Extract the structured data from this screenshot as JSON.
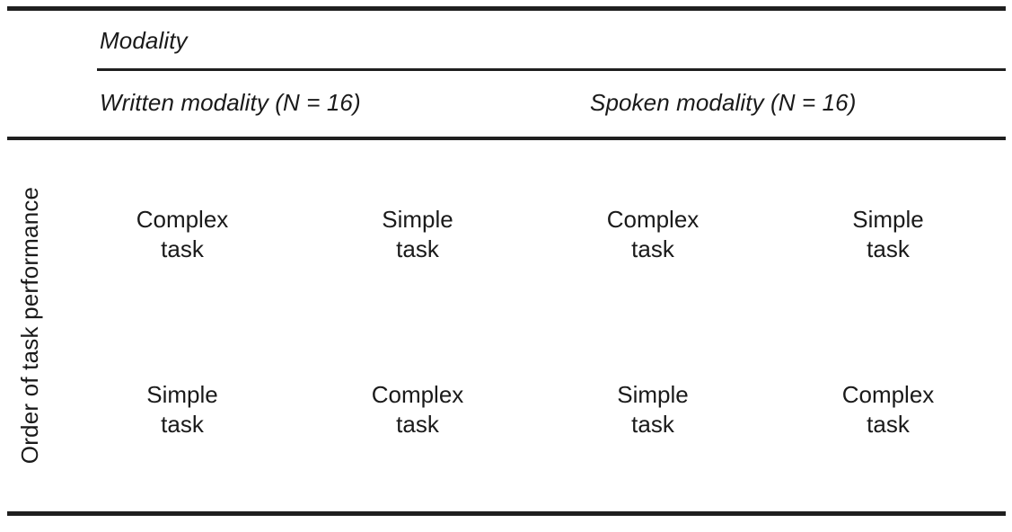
{
  "figure": {
    "kind": "experimental-design-table",
    "stub_label": "Order of task performance"
  },
  "header": {
    "spanner": "Modality",
    "groups": [
      {
        "label": "Written modality (N = 16)",
        "modality": "Written",
        "n": 16
      },
      {
        "label": "Spoken modality (N = 16)",
        "modality": "Spoken",
        "n": 16
      }
    ]
  },
  "columns": [
    {
      "group": "Written modality (N = 16)",
      "index": 0
    },
    {
      "group": "Written modality (N = 16)",
      "index": 1
    },
    {
      "group": "Spoken modality (N = 16)",
      "index": 2
    },
    {
      "group": "Spoken modality (N = 16)",
      "index": 3
    }
  ],
  "body": {
    "rows": [
      {
        "order": "first",
        "cells": [
          {
            "line1": "Complex",
            "line2": "task"
          },
          {
            "line1": "Simple",
            "line2": "task"
          },
          {
            "line1": "Complex",
            "line2": "task"
          },
          {
            "line1": "Simple",
            "line2": "task"
          }
        ]
      },
      {
        "order": "second",
        "cells": [
          {
            "line1": "Simple",
            "line2": "task"
          },
          {
            "line1": "Complex",
            "line2": "task"
          },
          {
            "line1": "Simple",
            "line2": "task"
          },
          {
            "line1": "Complex",
            "line2": "task"
          }
        ]
      }
    ]
  },
  "style": {
    "rule_color": "#1f1f1f",
    "text_color": "#1a1a1a",
    "background": "#ffffff"
  }
}
